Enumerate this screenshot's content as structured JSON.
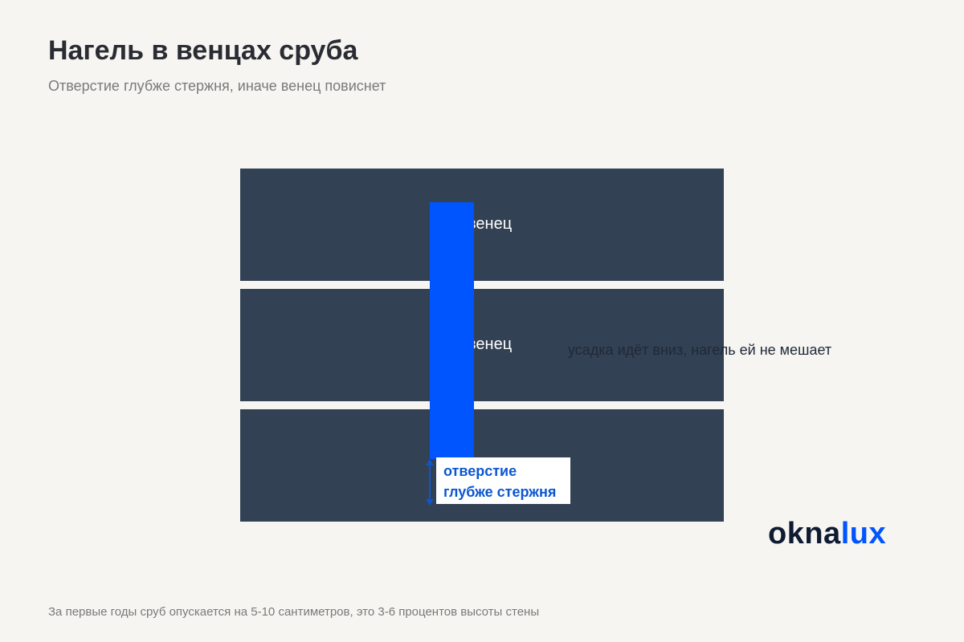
{
  "title": "Нагель в венцах сруба",
  "subtitle": "Отверстие глубже стержня, иначе венец повиснет",
  "logs": [
    {
      "label": "венец"
    },
    {
      "label": "венец"
    },
    {
      "label": ""
    }
  ],
  "callout": {
    "line1": "отверстие",
    "line2": "глубже стержня"
  },
  "note": "усадка идёт вниз, нагель ей не мешает",
  "logo": {
    "part1": "okna",
    "part2": "lux"
  },
  "footnote": "За первые годы сруб опускается на 5-10 сантиметров, это 3-6 процентов высоты стены",
  "colors": {
    "background": "#f6f5f1",
    "log": "#334155",
    "peg": "#0055ff",
    "callout_text": "#0b57d0"
  }
}
